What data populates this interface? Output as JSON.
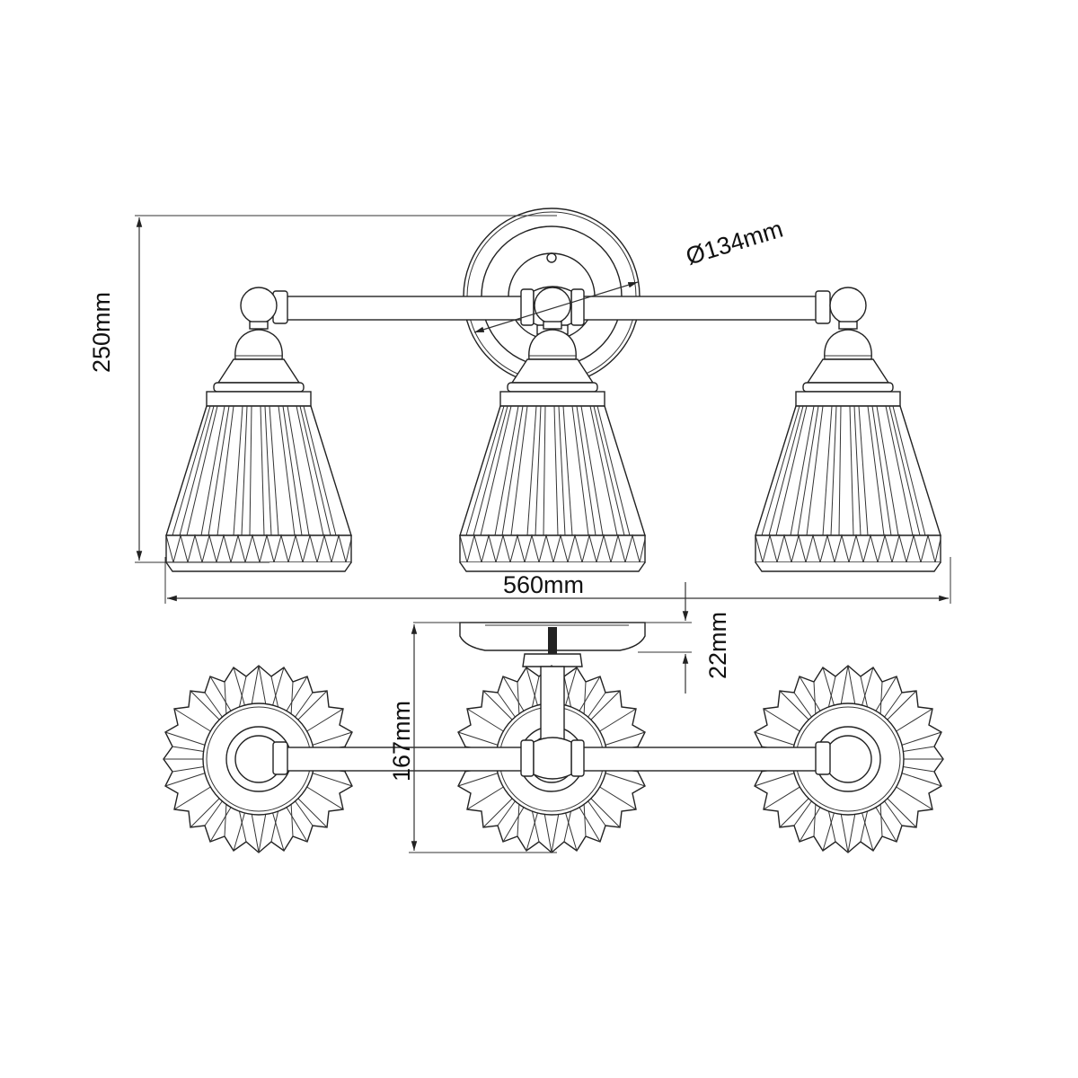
{
  "drawing": {
    "subject": "3-light wall fixture with pleated glass shades",
    "views": [
      "front elevation",
      "top plan"
    ]
  },
  "dimensions": {
    "height": "250mm",
    "backplate_diameter": "Ø134mm",
    "width": "560mm",
    "backplate_depth": "22mm",
    "projection": "167mm"
  },
  "colors": {
    "line": "#222222",
    "background": "#ffffff"
  }
}
